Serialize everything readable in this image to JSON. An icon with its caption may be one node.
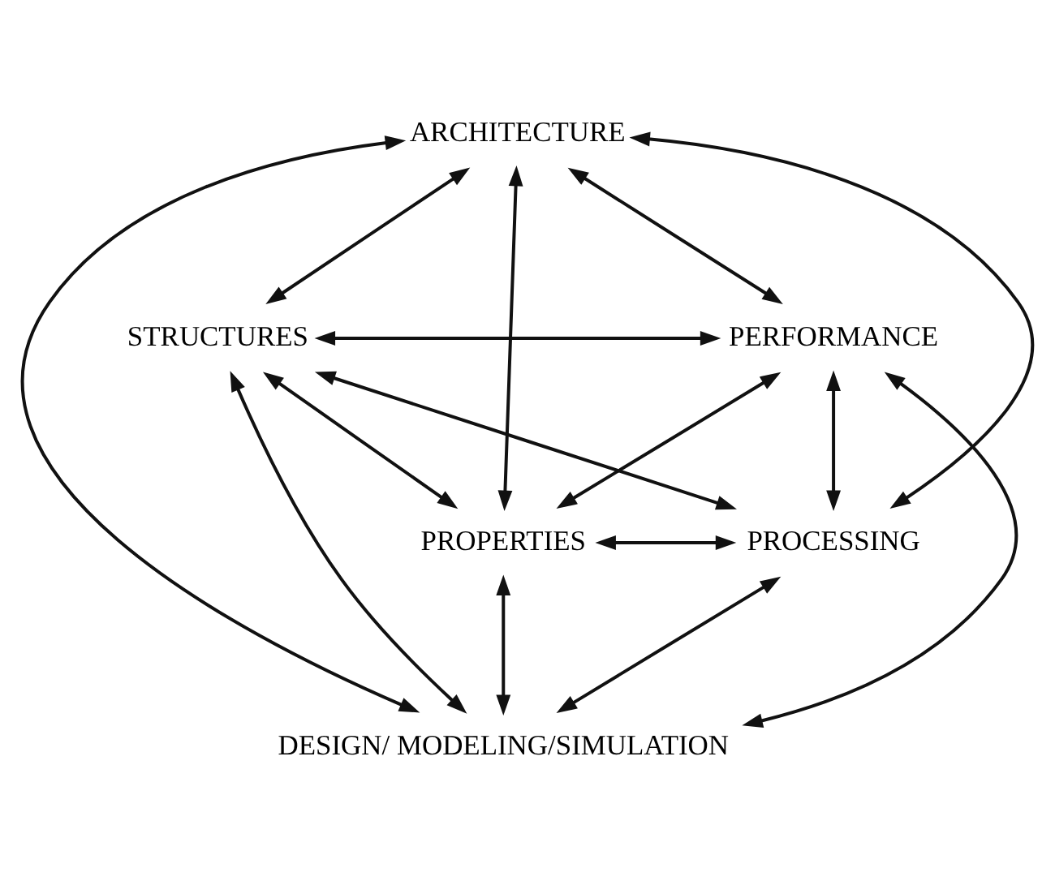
{
  "diagram": {
    "nodes": [
      {
        "text": [
          "ARCHITECTURE"
        ]
      },
      {
        "text": [
          "PERFORMANCE"
        ]
      },
      {
        "text": [
          "STRUCTURES"
        ]
      },
      {
        "text": [
          "PROCESSING"
        ]
      },
      {
        "text": [
          "PROPERTIES"
        ]
      },
      {
        "text": [
          "DESIGN/ MODELING/SIMULATION"
        ]
      }
    ],
    "edges": [
      {
        "from": 0,
        "to": 2,
        "arrow": "both"
      },
      {
        "from": 0,
        "to": 4,
        "arrow": "both"
      },
      {
        "from": 0,
        "to": 3,
        "arrow": "both"
      },
      {
        "from": 0,
        "to": 1,
        "arrow": "both"
      },
      {
        "from": 0,
        "to": 5,
        "arrow": "both"
      },
      {
        "from": 2,
        "to": 1,
        "arrow": "both"
      },
      {
        "from": 2,
        "to": 3,
        "arrow": "both"
      },
      {
        "from": 2,
        "to": 4,
        "arrow": "both"
      },
      {
        "from": 4,
        "to": 1,
        "arrow": "both"
      },
      {
        "from": 1,
        "to": 3,
        "arrow": "both"
      },
      {
        "from": 4,
        "to": 3,
        "arrow": "both"
      },
      {
        "from": 2,
        "to": 5,
        "arrow": "both"
      },
      {
        "from": 4,
        "to": 5,
        "arrow": "both"
      },
      {
        "from": 1,
        "to": 5,
        "arrow": "both"
      },
      {
        "from": 3,
        "to": 5,
        "arrow": "both"
      }
    ]
  }
}
